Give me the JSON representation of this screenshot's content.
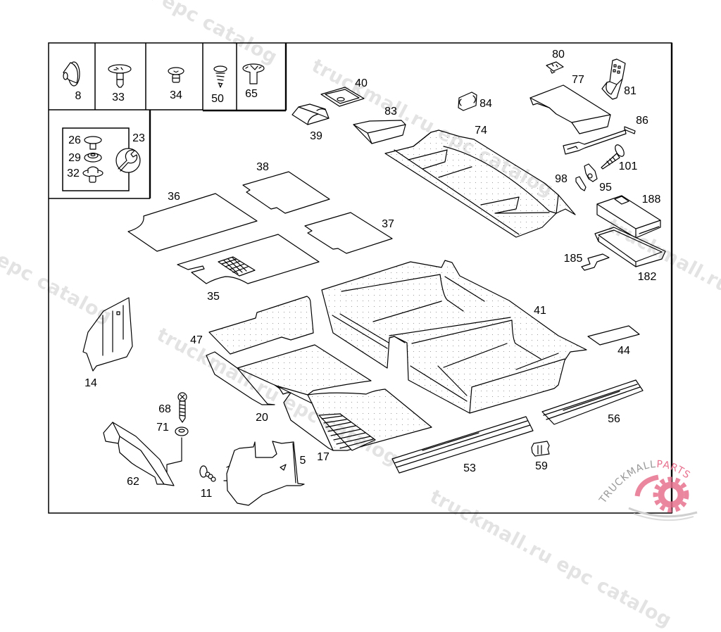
{
  "diagram": {
    "callouts": [
      {
        "label": "8"
      },
      {
        "label": "33"
      },
      {
        "label": "34"
      },
      {
        "label": "50"
      },
      {
        "label": "65"
      },
      {
        "label": "26"
      },
      {
        "label": "29"
      },
      {
        "label": "32"
      },
      {
        "label": "23"
      },
      {
        "label": "40"
      },
      {
        "label": "39"
      },
      {
        "label": "83"
      },
      {
        "label": "84"
      },
      {
        "label": "74"
      },
      {
        "label": "80"
      },
      {
        "label": "77"
      },
      {
        "label": "81"
      },
      {
        "label": "86"
      },
      {
        "label": "101"
      },
      {
        "label": "98"
      },
      {
        "label": "95"
      },
      {
        "label": "188"
      },
      {
        "label": "185"
      },
      {
        "label": "182"
      },
      {
        "label": "38"
      },
      {
        "label": "36"
      },
      {
        "label": "37"
      },
      {
        "label": "35"
      },
      {
        "label": "41"
      },
      {
        "label": "44"
      },
      {
        "label": "47"
      },
      {
        "label": "14"
      },
      {
        "label": "20"
      },
      {
        "label": "68"
      },
      {
        "label": "71"
      },
      {
        "label": "17"
      },
      {
        "label": "56"
      },
      {
        "label": "53"
      },
      {
        "label": "59"
      },
      {
        "label": "62"
      },
      {
        "label": "11"
      },
      {
        "label": "5"
      }
    ]
  },
  "watermark": {
    "text": "truckmall.ru epc catalog"
  },
  "logo": {
    "text_primary": "TRUCKMALL",
    "text_accent": "PARTS",
    "accent_color": "#e8728f",
    "icon": "gear-icon"
  }
}
